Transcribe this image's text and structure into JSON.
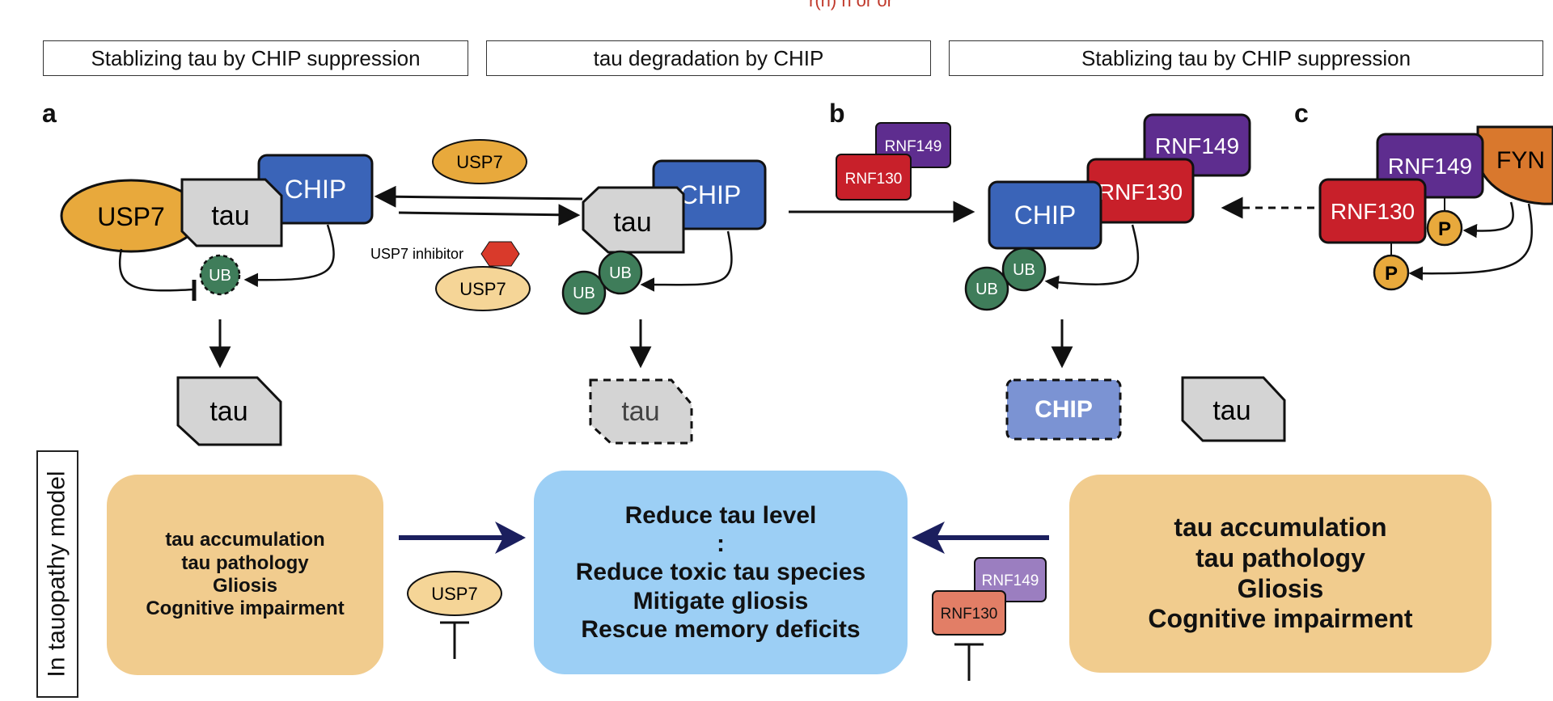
{
  "top_fragment": "r(n) n or or",
  "headers": {
    "left": "Stablizing tau by CHIP suppression",
    "middle": "tau degradation by CHIP",
    "right": "Stablizing tau by CHIP suppression"
  },
  "panels": {
    "a": "a",
    "b": "b",
    "c": "c"
  },
  "labels": {
    "usp7": "USP7",
    "tau": "tau",
    "chip": "CHIP",
    "ub": "UB",
    "rnf149": "RNF149",
    "rnf130": "RNF130",
    "fyn": "FYN",
    "p": "P",
    "usp7_inhibitor": "USP7 inhibitor"
  },
  "model_label": "In tauopathy model",
  "boxes": {
    "left": [
      "tau accumulation",
      "tau pathology",
      "Gliosis",
      "Cognitive impairment"
    ],
    "center": [
      "Reduce tau level",
      ":",
      "Reduce toxic tau species",
      "Mitigate gliosis",
      "Rescue memory deficits"
    ],
    "right": [
      "tau accumulation",
      "tau pathology",
      "Gliosis",
      "Cognitive impairment"
    ]
  },
  "colors": {
    "usp7": "#e8a93c",
    "usp7_light": "#f5d597",
    "tau": "#d4d4d4",
    "chip": "#3a64b8",
    "chip_faded": "#7b93d3",
    "ub": "#3f7d5a",
    "rnf149": "#5e2d8f",
    "rnf130": "#c8202a",
    "fyn": "#d9782d",
    "inhibitor": "#d93a2b",
    "outcome_box": "#f1cc8e",
    "center_box": "#9ccff5",
    "arrow_dark": "#1b1f5e"
  }
}
